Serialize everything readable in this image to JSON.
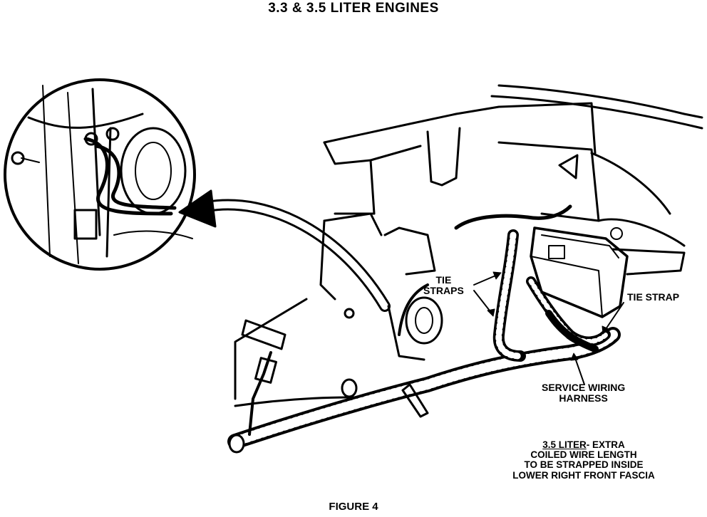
{
  "title": "3.3 & 3.5 LITER ENGINES",
  "caption": "FIGURE 4",
  "labels": {
    "tie_straps_line1": "TIE",
    "tie_straps_line2": "STRAPS",
    "tie_strap": "TIE STRAP",
    "service_harness_line1": "SERVICE WIRING",
    "service_harness_line2": "HARNESS"
  },
  "note": {
    "underlined": "3.5 LITER",
    "line1_rest": "- EXTRA",
    "line2": "COILED WIRE LENGTH",
    "line3": "TO BE STRAPPED INSIDE",
    "line4": "LOWER RIGHT FRONT FASCIA"
  }
}
